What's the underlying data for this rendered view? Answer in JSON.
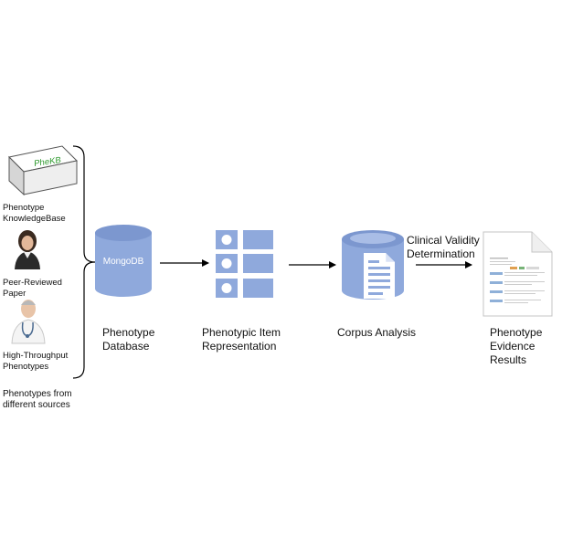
{
  "sources": {
    "phekb_box_text": "PheKB",
    "phekb_caption": [
      "Phenotype",
      "KnowledgeBase"
    ],
    "paper_caption": [
      "Peer-Reviewed",
      "Paper"
    ],
    "htp_caption": [
      "High-Throughput",
      "Phenotypes"
    ],
    "group_caption": [
      "Phenotypes from",
      "different sources"
    ]
  },
  "nodes": {
    "database_logo_text": "MongoDB",
    "database_caption": [
      "Phenotype",
      "Database"
    ],
    "items_caption": [
      "Phenotypic Item",
      "Representation"
    ],
    "corpus_caption": [
      "Corpus Analysis"
    ],
    "results_caption": [
      "Phenotype",
      "Evidence",
      "Results"
    ]
  },
  "edges": {
    "validity_label": [
      "Clinical Validity",
      "Determination"
    ]
  },
  "colors": {
    "node_blue": "#8fa9dc",
    "node_blue_dark": "#7c97cf",
    "phekb_green": "#2e9a2e",
    "arrow": "#000000"
  }
}
